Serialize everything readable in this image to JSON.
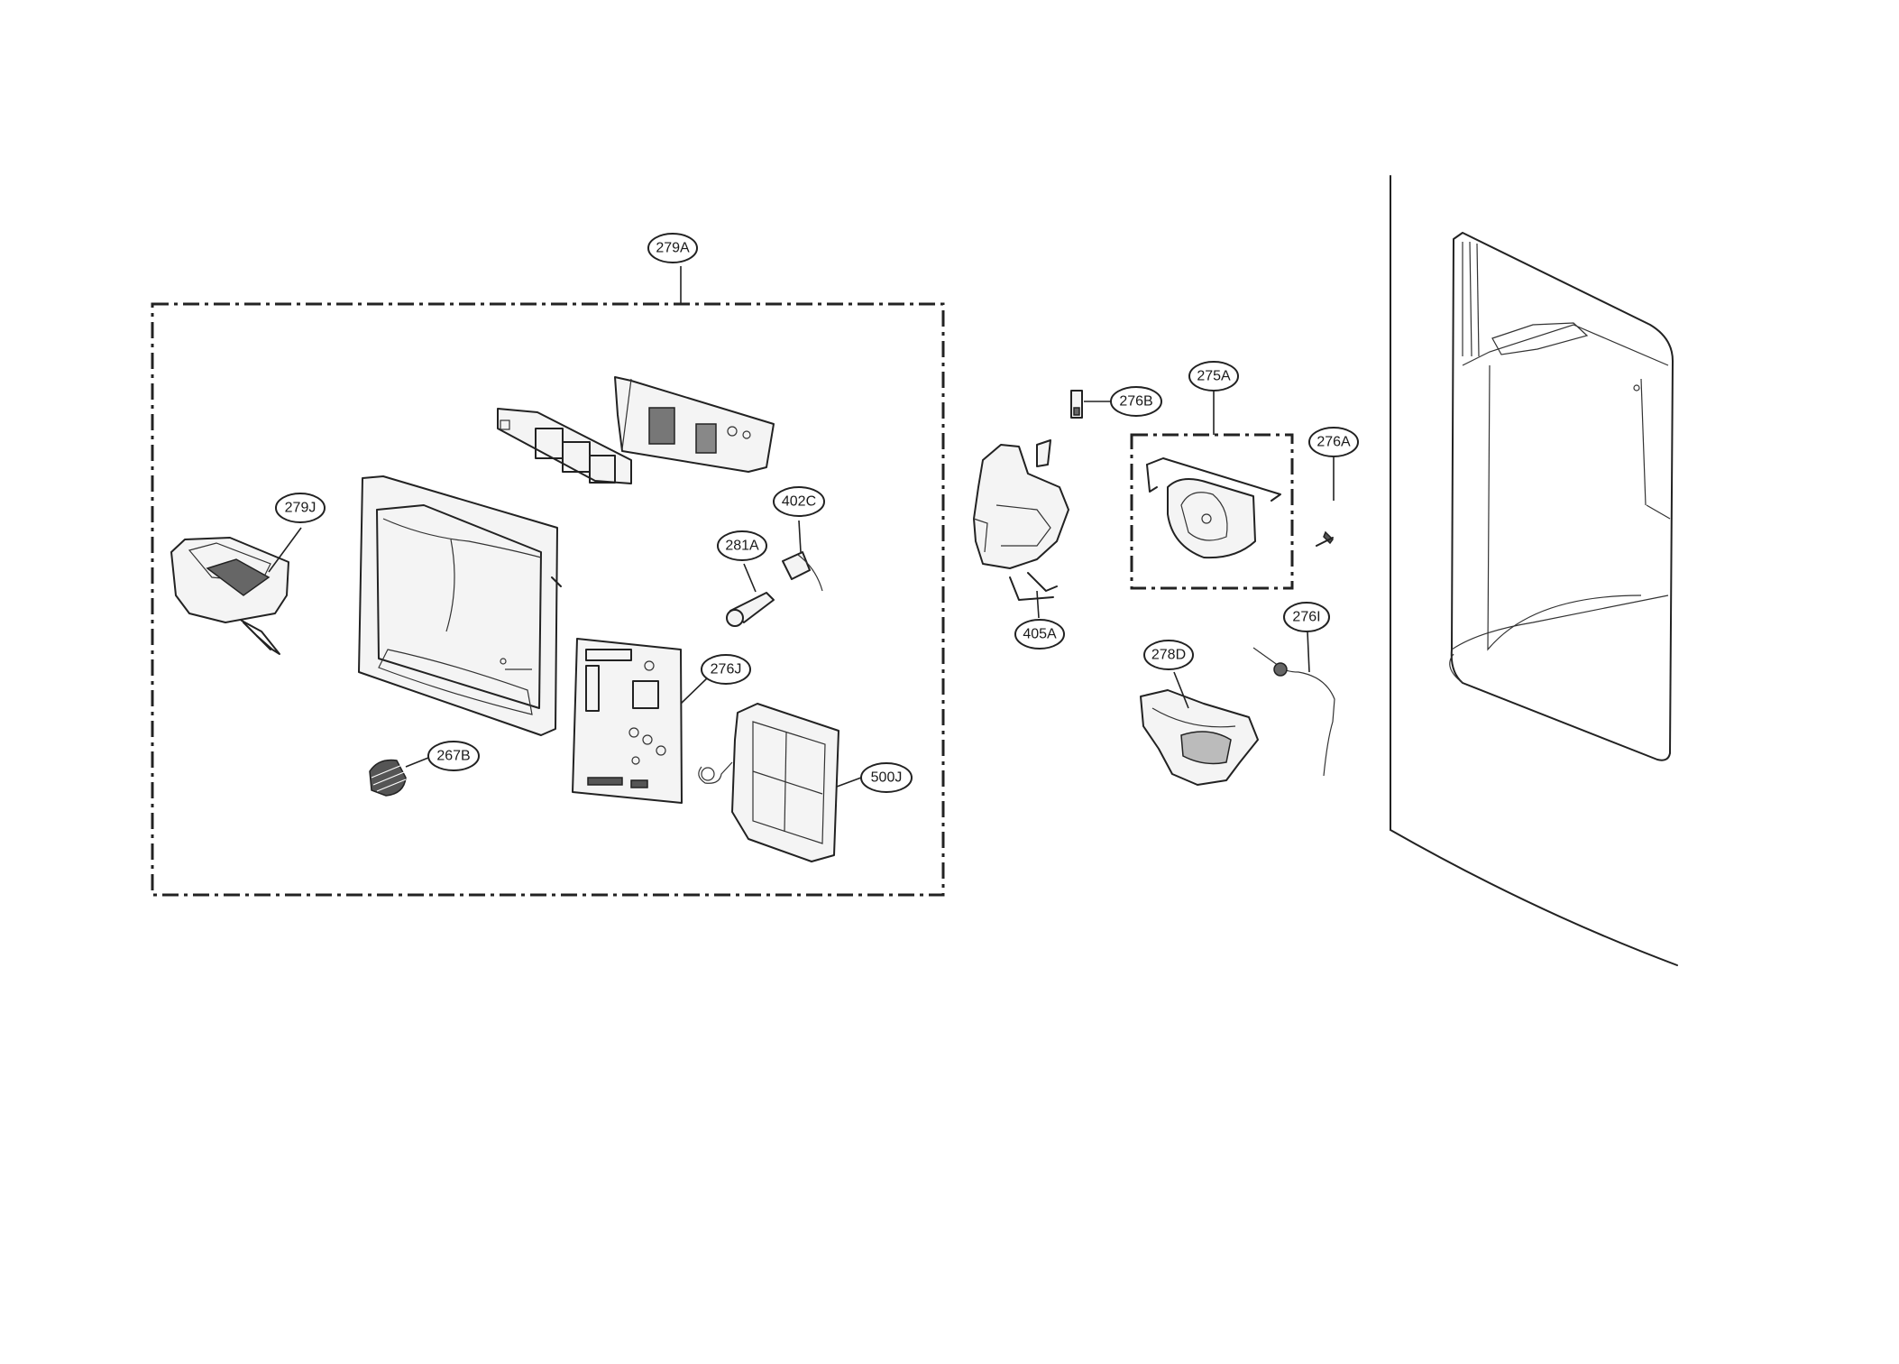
{
  "callouts": {
    "c279A": "279A",
    "c279J": "279J",
    "c267B": "267B",
    "c402C": "402C",
    "c281A": "281A",
    "c276J": "276J",
    "c500J": "500J",
    "c276B": "276B",
    "c275A": "275A",
    "c276A": "276A",
    "c405A": "405A",
    "c278D": "278D",
    "c276I": "276I"
  },
  "parts": {
    "p279A": "dispenser-assembly-group",
    "p279J": "dispenser-cover",
    "p267B": "spring",
    "p402C": "micro-switch",
    "p281A": "lever",
    "p276J": "control-pcb",
    "p500J": "pcb-cover",
    "p276B": "clip",
    "p275A": "duct-door-assembly-group",
    "p276A": "screw",
    "p405A": "geared-motor",
    "p278D": "ice-chute-funnel",
    "p276I": "heater-wire",
    "door": "refrigerator-door"
  },
  "colors": {
    "line": "#222222",
    "background": "#ffffff"
  }
}
